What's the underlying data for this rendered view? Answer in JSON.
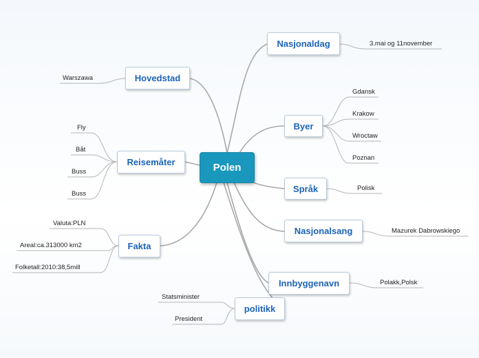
{
  "central": {
    "label": "Polen"
  },
  "topics": {
    "nasjonaldag": {
      "label": "Nasjonaldag",
      "children": [
        "3.mai og 11november"
      ]
    },
    "hovedstad": {
      "label": "Hovedstad",
      "children": [
        "Warszawa"
      ]
    },
    "byer": {
      "label": "Byer",
      "children": [
        "Gdansk",
        "Krakow",
        "Wroctaw",
        "Poznan"
      ]
    },
    "reisemater": {
      "label": "Reisemåter",
      "children": [
        "Fly",
        "Båt",
        "Buss",
        "Buss"
      ]
    },
    "sprak": {
      "label": "Språk",
      "children": [
        "Polisk"
      ]
    },
    "fakta": {
      "label": "Fakta",
      "children": [
        "Valuta:PLN",
        "Areal:ca.313000 km2",
        "Folketall:2010:38,5mill"
      ]
    },
    "nasjonalsang": {
      "label": "Nasjonalsang",
      "children": [
        "Mazurek Dabrowskiego"
      ]
    },
    "innbyggenavn": {
      "label": "Innbyggenavn",
      "children": [
        "Polakk,Polsk"
      ]
    },
    "politikk": {
      "label": "politikk",
      "children": [
        "Statsminister",
        "President"
      ]
    }
  },
  "colors": {
    "central_fill": "#1a97bd",
    "topic_text": "#1b63b8",
    "connector": "#a8a8a8"
  }
}
